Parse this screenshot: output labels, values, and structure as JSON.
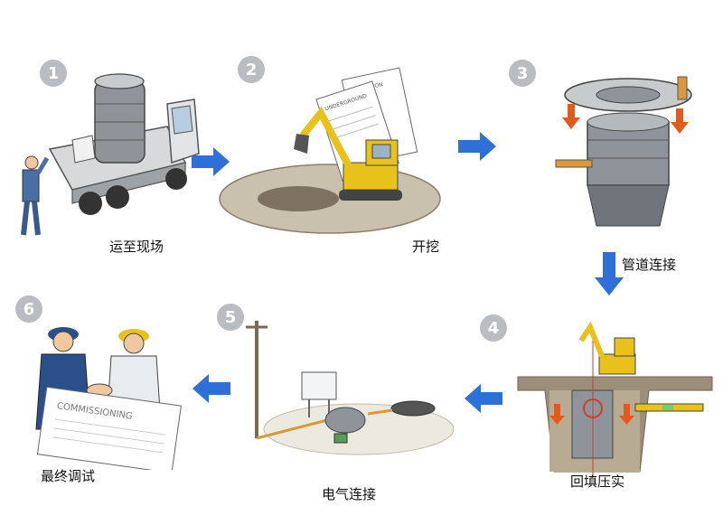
{
  "steps": [
    {
      "number": "1",
      "label": "运至现场"
    },
    {
      "number": "2",
      "label": "开挖"
    },
    {
      "number": "3",
      "label": "管道连接"
    },
    {
      "number": "4",
      "label": "回填压实"
    },
    {
      "number": "5",
      "label": "电气连接"
    },
    {
      "number": "6",
      "label": "最终调试"
    }
  ],
  "document_text": {
    "excavation_doc_1": "UNDERGROUND",
    "excavation_doc_2": "EXCAVATION",
    "commissioning_doc": "COMMISSIONING"
  },
  "colors": {
    "arrow": "#2e6fd8",
    "step_number_bg": "#b9bcc0",
    "excavator": "#e8c21a",
    "ground": "#9c8f7a"
  }
}
